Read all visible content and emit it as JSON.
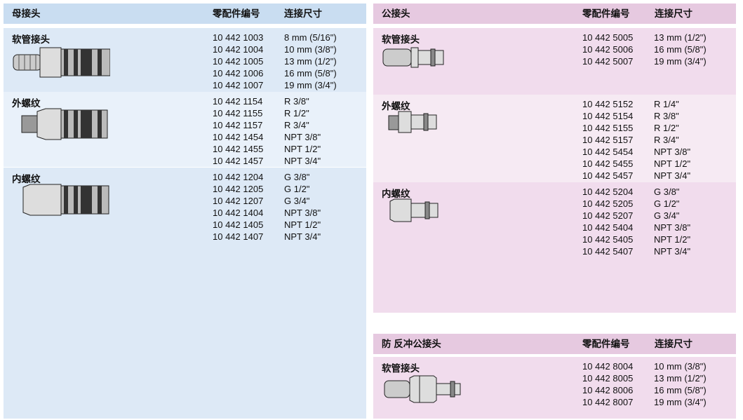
{
  "female": {
    "title": "母接头",
    "col_part": "零配件编号",
    "col_size": "连接尺寸",
    "sections": [
      {
        "label": "软管接头",
        "rows": [
          [
            "10 442 1003",
            "8 mm (5/16\")"
          ],
          [
            "10 442 1004",
            "10 mm (3/8\")"
          ],
          [
            "10 442 1005",
            "13 mm (1/2\")"
          ],
          [
            "10 442 1006",
            "16 mm (5/8\")"
          ],
          [
            "10 442 1007",
            "19 mm (3/4\")"
          ]
        ]
      },
      {
        "label": "外螺纹",
        "rows": [
          [
            "10 442 1154",
            "R 3/8\""
          ],
          [
            "10 442 1155",
            "R 1/2\""
          ],
          [
            "10 442 1157",
            "R 3/4\""
          ],
          [
            "10 442 1454",
            "NPT 3/8\""
          ],
          [
            "10 442 1455",
            "NPT 1/2\""
          ],
          [
            "10 442 1457",
            "NPT 3/4\""
          ]
        ]
      },
      {
        "label": "内螺纹",
        "rows": [
          [
            "10 442 1204",
            "G 3/8\""
          ],
          [
            "10 442 1205",
            "G 1/2\""
          ],
          [
            "10 442 1207",
            "G 3/4\""
          ],
          [
            "10 442 1404",
            "NPT 3/8\""
          ],
          [
            "10 442 1405",
            "NPT 1/2\""
          ],
          [
            "10 442 1407",
            "NPT 3/4\""
          ]
        ]
      }
    ]
  },
  "male": {
    "title": "公接头",
    "col_part": "零配件编号",
    "col_size": "连接尺寸",
    "sections": [
      {
        "label": "软管接头",
        "rows": [
          [
            "10 442 5005",
            "13 mm (1/2\")"
          ],
          [
            "10 442 5006",
            "16 mm (5/8\")"
          ],
          [
            "10 442 5007",
            "19 mm (3/4\")"
          ]
        ]
      },
      {
        "label": "外螺纹",
        "rows": [
          [
            "10 442 5152",
            "R 1/4\""
          ],
          [
            "10 442 5154",
            "R 3/8\""
          ],
          [
            "10 442 5155",
            "R 1/2\""
          ],
          [
            "10 442 5157",
            "R 3/4\""
          ],
          [
            "10 442 5454",
            "NPT 3/8\""
          ],
          [
            "10 442 5455",
            "NPT 1/2\""
          ],
          [
            "10 442 5457",
            "NPT 3/4\""
          ]
        ]
      },
      {
        "label": "内螺纹",
        "rows": [
          [
            "10 442 5204",
            "G 3/8\""
          ],
          [
            "10 442 5205",
            "G 1/2\""
          ],
          [
            "10 442 5207",
            "G 3/4\""
          ],
          [
            "10 442 5404",
            "NPT 3/8\""
          ],
          [
            "10 442 5405",
            "NPT 1/2\""
          ],
          [
            "10 442 5407",
            "NPT 3/4\""
          ]
        ]
      }
    ]
  },
  "anti": {
    "title": "防 反冲公接头",
    "col_part": "零配件编号",
    "col_size": "连接尺寸",
    "sections": [
      {
        "label": "软管接头",
        "rows": [
          [
            "10 442 8004",
            "10 mm (3/8\")"
          ],
          [
            "10 442 8005",
            "13 mm (1/2\")"
          ],
          [
            "10 442 8006",
            "16 mm (5/8\")"
          ],
          [
            "10 442 8007",
            "19 mm (3/4\")"
          ]
        ]
      }
    ]
  }
}
